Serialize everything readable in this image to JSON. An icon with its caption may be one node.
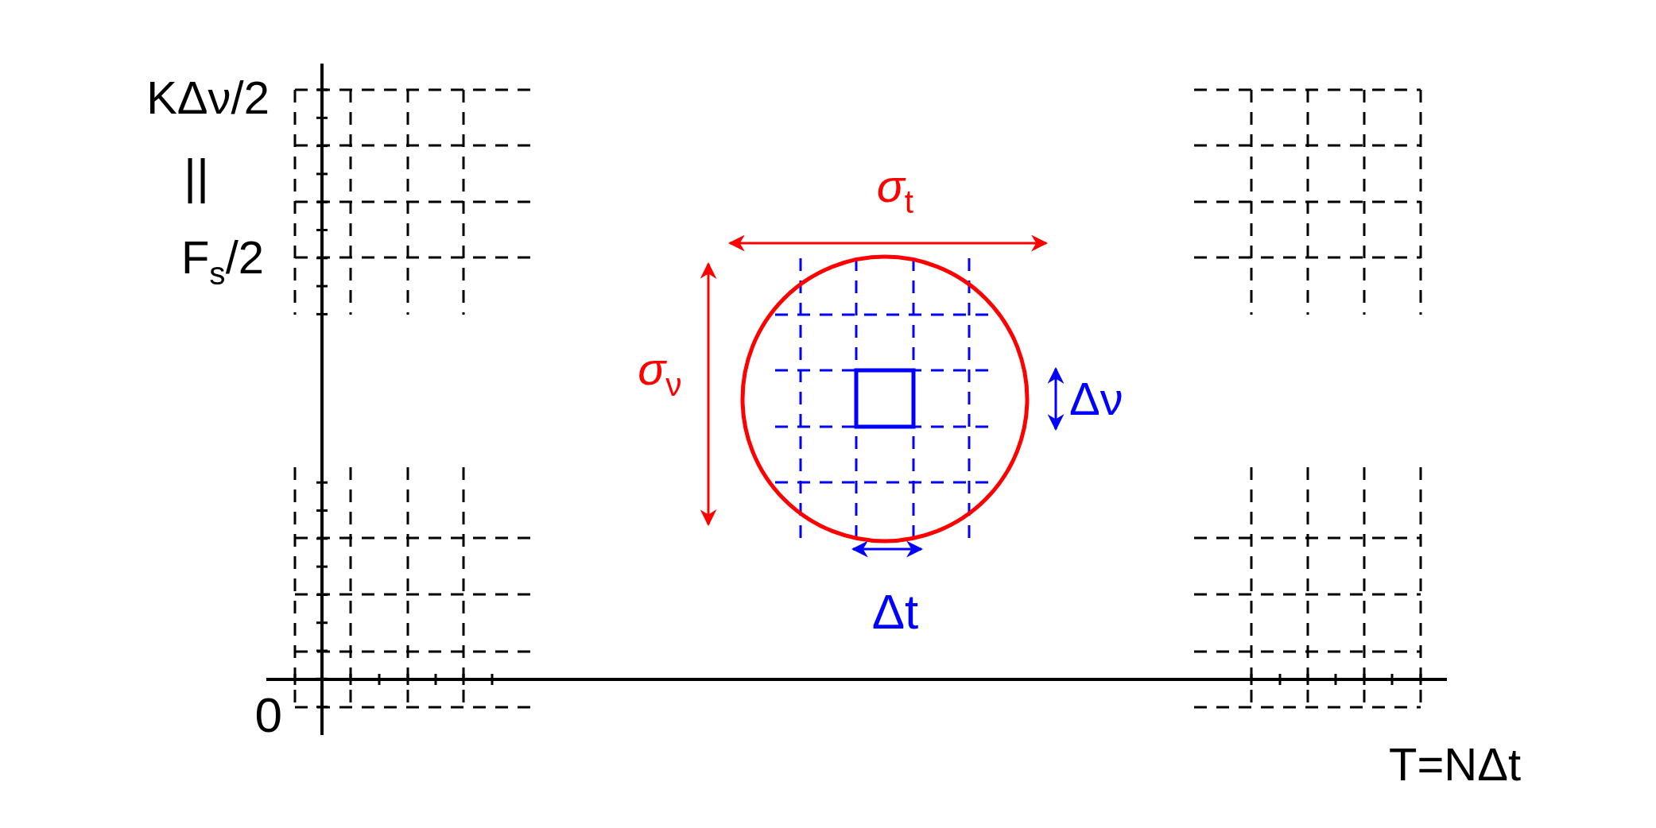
{
  "diagram": {
    "labels": [
      "KΔν/2",
      "||",
      "F$_{s}$/2",
      "*σ*$_{t}$",
      "*σ*$_{ν}$",
      "Δν",
      "Δt",
      "0",
      "T=NΔt"
    ]
  }
}
